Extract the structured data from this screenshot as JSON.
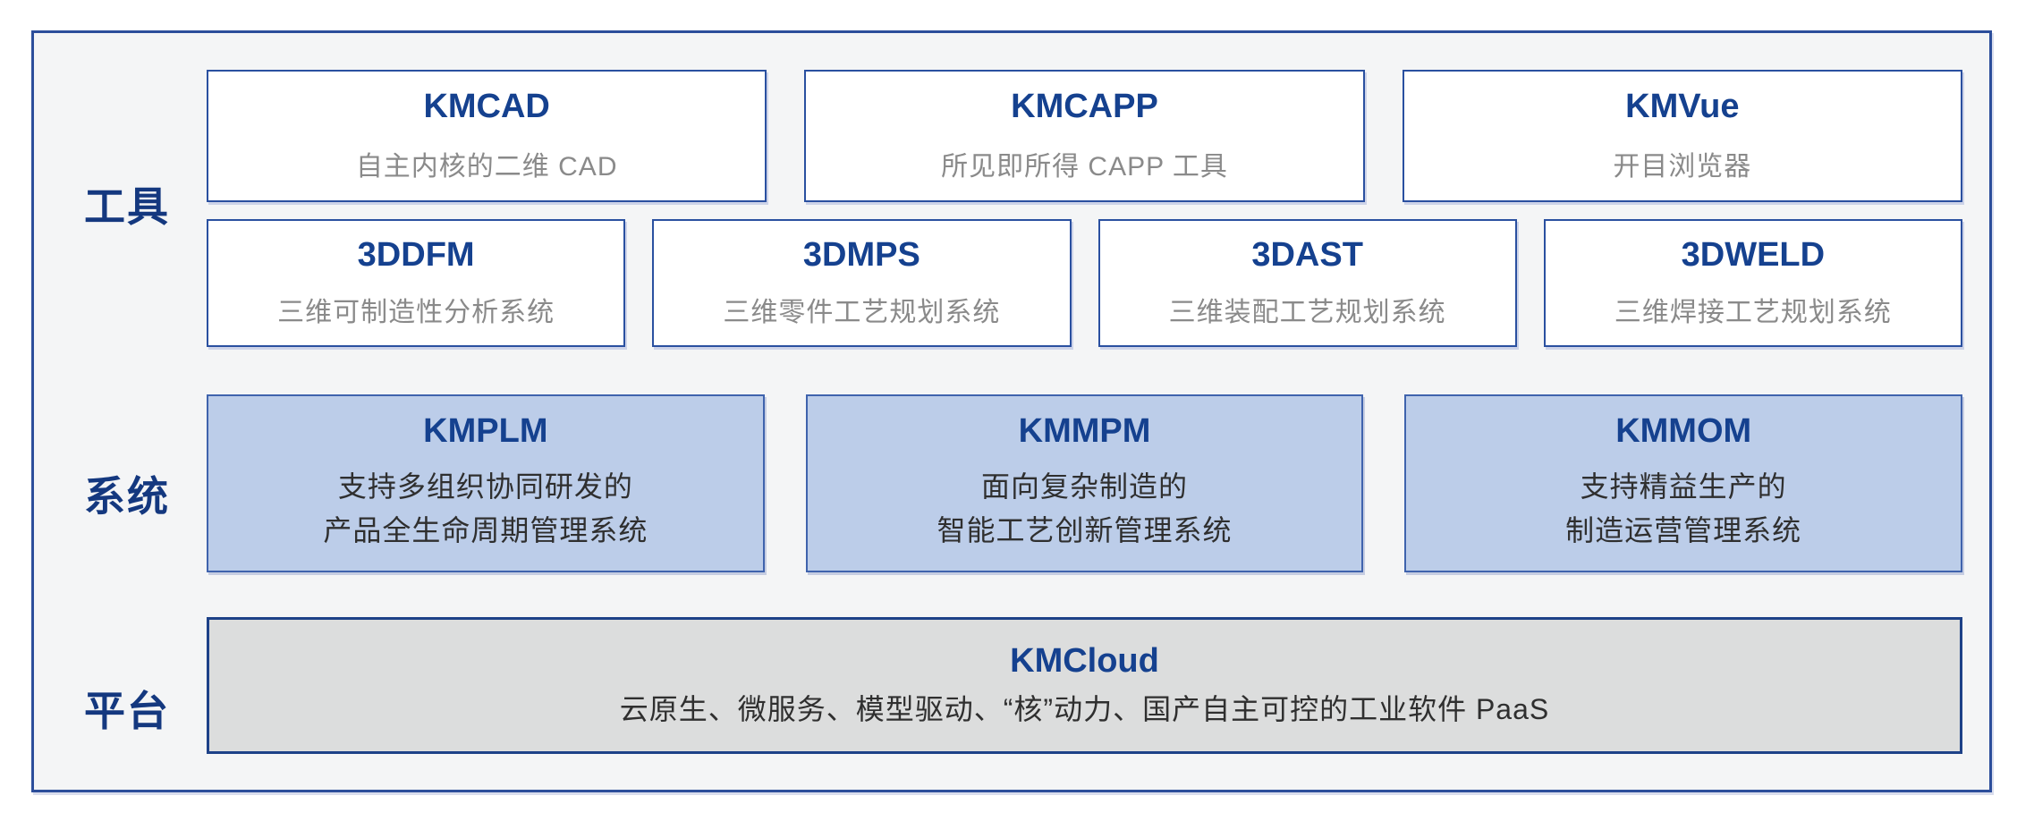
{
  "labels": {
    "tools": "工具",
    "systems": "系统",
    "platform": "平台"
  },
  "tools_row1": [
    {
      "title": "KMCAD",
      "subtitle": "自主内核的二维 CAD"
    },
    {
      "title": "KMCAPP",
      "subtitle": "所见即所得 CAPP 工具"
    },
    {
      "title": "KMVue",
      "subtitle": "开目浏览器"
    }
  ],
  "tools_row2": [
    {
      "title": "3DDFM",
      "subtitle": "三维可制造性分析系统"
    },
    {
      "title": "3DMPS",
      "subtitle": "三维零件工艺规划系统"
    },
    {
      "title": "3DAST",
      "subtitle": "三维装配工艺规划系统"
    },
    {
      "title": "3DWELD",
      "subtitle": "三维焊接工艺规划系统"
    }
  ],
  "systems": [
    {
      "title": "KMPLM",
      "subtitle_line1": "支持多组织协同研发的",
      "subtitle_line2": "产品全生命周期管理系统"
    },
    {
      "title": "KMMPM",
      "subtitle_line1": "面向复杂制造的",
      "subtitle_line2": "智能工艺创新管理系统"
    },
    {
      "title": "KMMOM",
      "subtitle_line1": "支持精益生产的",
      "subtitle_line2": "制造运营管理系统"
    }
  ],
  "platform_box": {
    "title": "KMCloud",
    "subtitle": "云原生、微服务、模型驱动、“核”动力、国产自主可控的工业软件 PaaS"
  },
  "colors": {
    "frame_border": "#2c4e9b",
    "frame_background": "#f4f5f6",
    "white_box_border": "#2a50a0",
    "system_box_fill": "#bccde9",
    "system_box_border": "#3f63ad",
    "platform_box_fill": "#dcdddd",
    "platform_box_border": "#1d4188",
    "title_navy": "#15418f",
    "label_navy": "#14387f",
    "subtitle_gray": "#8a8a8a",
    "subtitle_dark": "#2f2f2f"
  }
}
